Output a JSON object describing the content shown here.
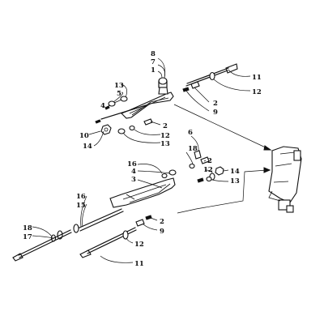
{
  "callouts": {
    "c8": "8",
    "c7": "7",
    "c1": "1",
    "c13a": "13",
    "c5": "5",
    "c4a": "4",
    "c11a": "11",
    "c12a": "12",
    "c2a": "2",
    "c9a": "9",
    "c2b": "2",
    "c12b": "12",
    "c10": "10",
    "c14a": "14",
    "c13b": "13",
    "c6": "6",
    "c18a": "18",
    "c2c": "2",
    "c12c": "12",
    "c14b": "14",
    "c13c": "13",
    "c16a": "16",
    "c4b": "4",
    "c3": "3",
    "c16b": "16",
    "c15": "15",
    "c2d": "2",
    "c9b": "9",
    "c18b": "18",
    "c17": "17",
    "c12d": "12",
    "c11b": "11"
  }
}
